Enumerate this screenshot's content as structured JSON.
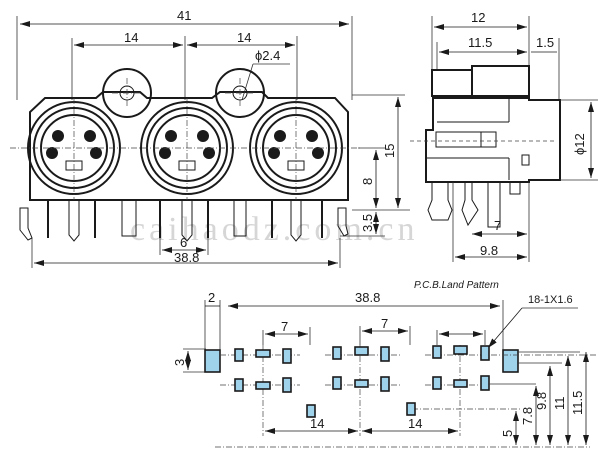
{
  "diagram": {
    "subject": "Triple mini-DIN connector mechanical drawing",
    "front_view": {
      "dims": {
        "overall_width": "41",
        "jack_pitch_1": "14",
        "jack_pitch_2": "14",
        "mount_hole_dia": "ϕ2.4",
        "height_total": "15",
        "center_height": "8",
        "pin_length": "3.5",
        "pin_spacing": "6",
        "lead_span": "38.8"
      }
    },
    "side_view": {
      "dims": {
        "depth": "12",
        "body_depth": "11.5",
        "flange": "1.5",
        "shell_dia": "ϕ12",
        "pin_offset": "7",
        "pin_row_depth": "9.8"
      }
    },
    "pcb_pattern": {
      "title": "P.C.B.Land Pattern",
      "dims": {
        "mount_pad_width": "2",
        "overall_span": "38.8",
        "pad_spec": "18-1X1.6",
        "pad_height": "3",
        "pin_group_1": "7",
        "pin_group_2": "7",
        "pitch_1": "14",
        "pitch_2": "14",
        "h_5": "5",
        "h_7_8": "7.8",
        "h_9_8": "9.8",
        "h_11": "11",
        "h_11_5": "11.5"
      },
      "pad_color": "#9fd3ec"
    },
    "watermark": "caihaodz.com.cn"
  }
}
